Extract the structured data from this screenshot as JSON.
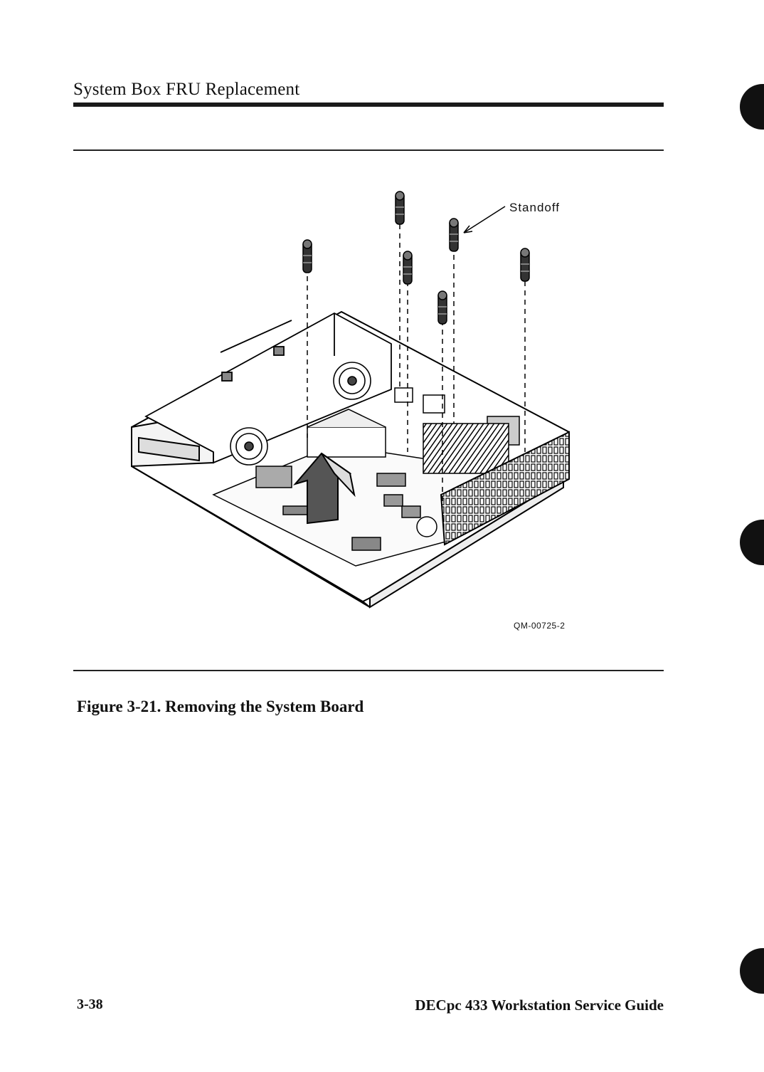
{
  "header": {
    "title": "System Box FRU Replacement"
  },
  "figure": {
    "callout_label": "Standoff",
    "figure_id": "QM-00725-2",
    "caption": "Figure 3-21.  Removing the System Board"
  },
  "footer": {
    "page_number": "3-38",
    "guide_title": "DECpc 433 Workstation Service Guide"
  },
  "icons": [
    "standoff-icon",
    "lift-arrow-icon",
    "fan-icon"
  ]
}
